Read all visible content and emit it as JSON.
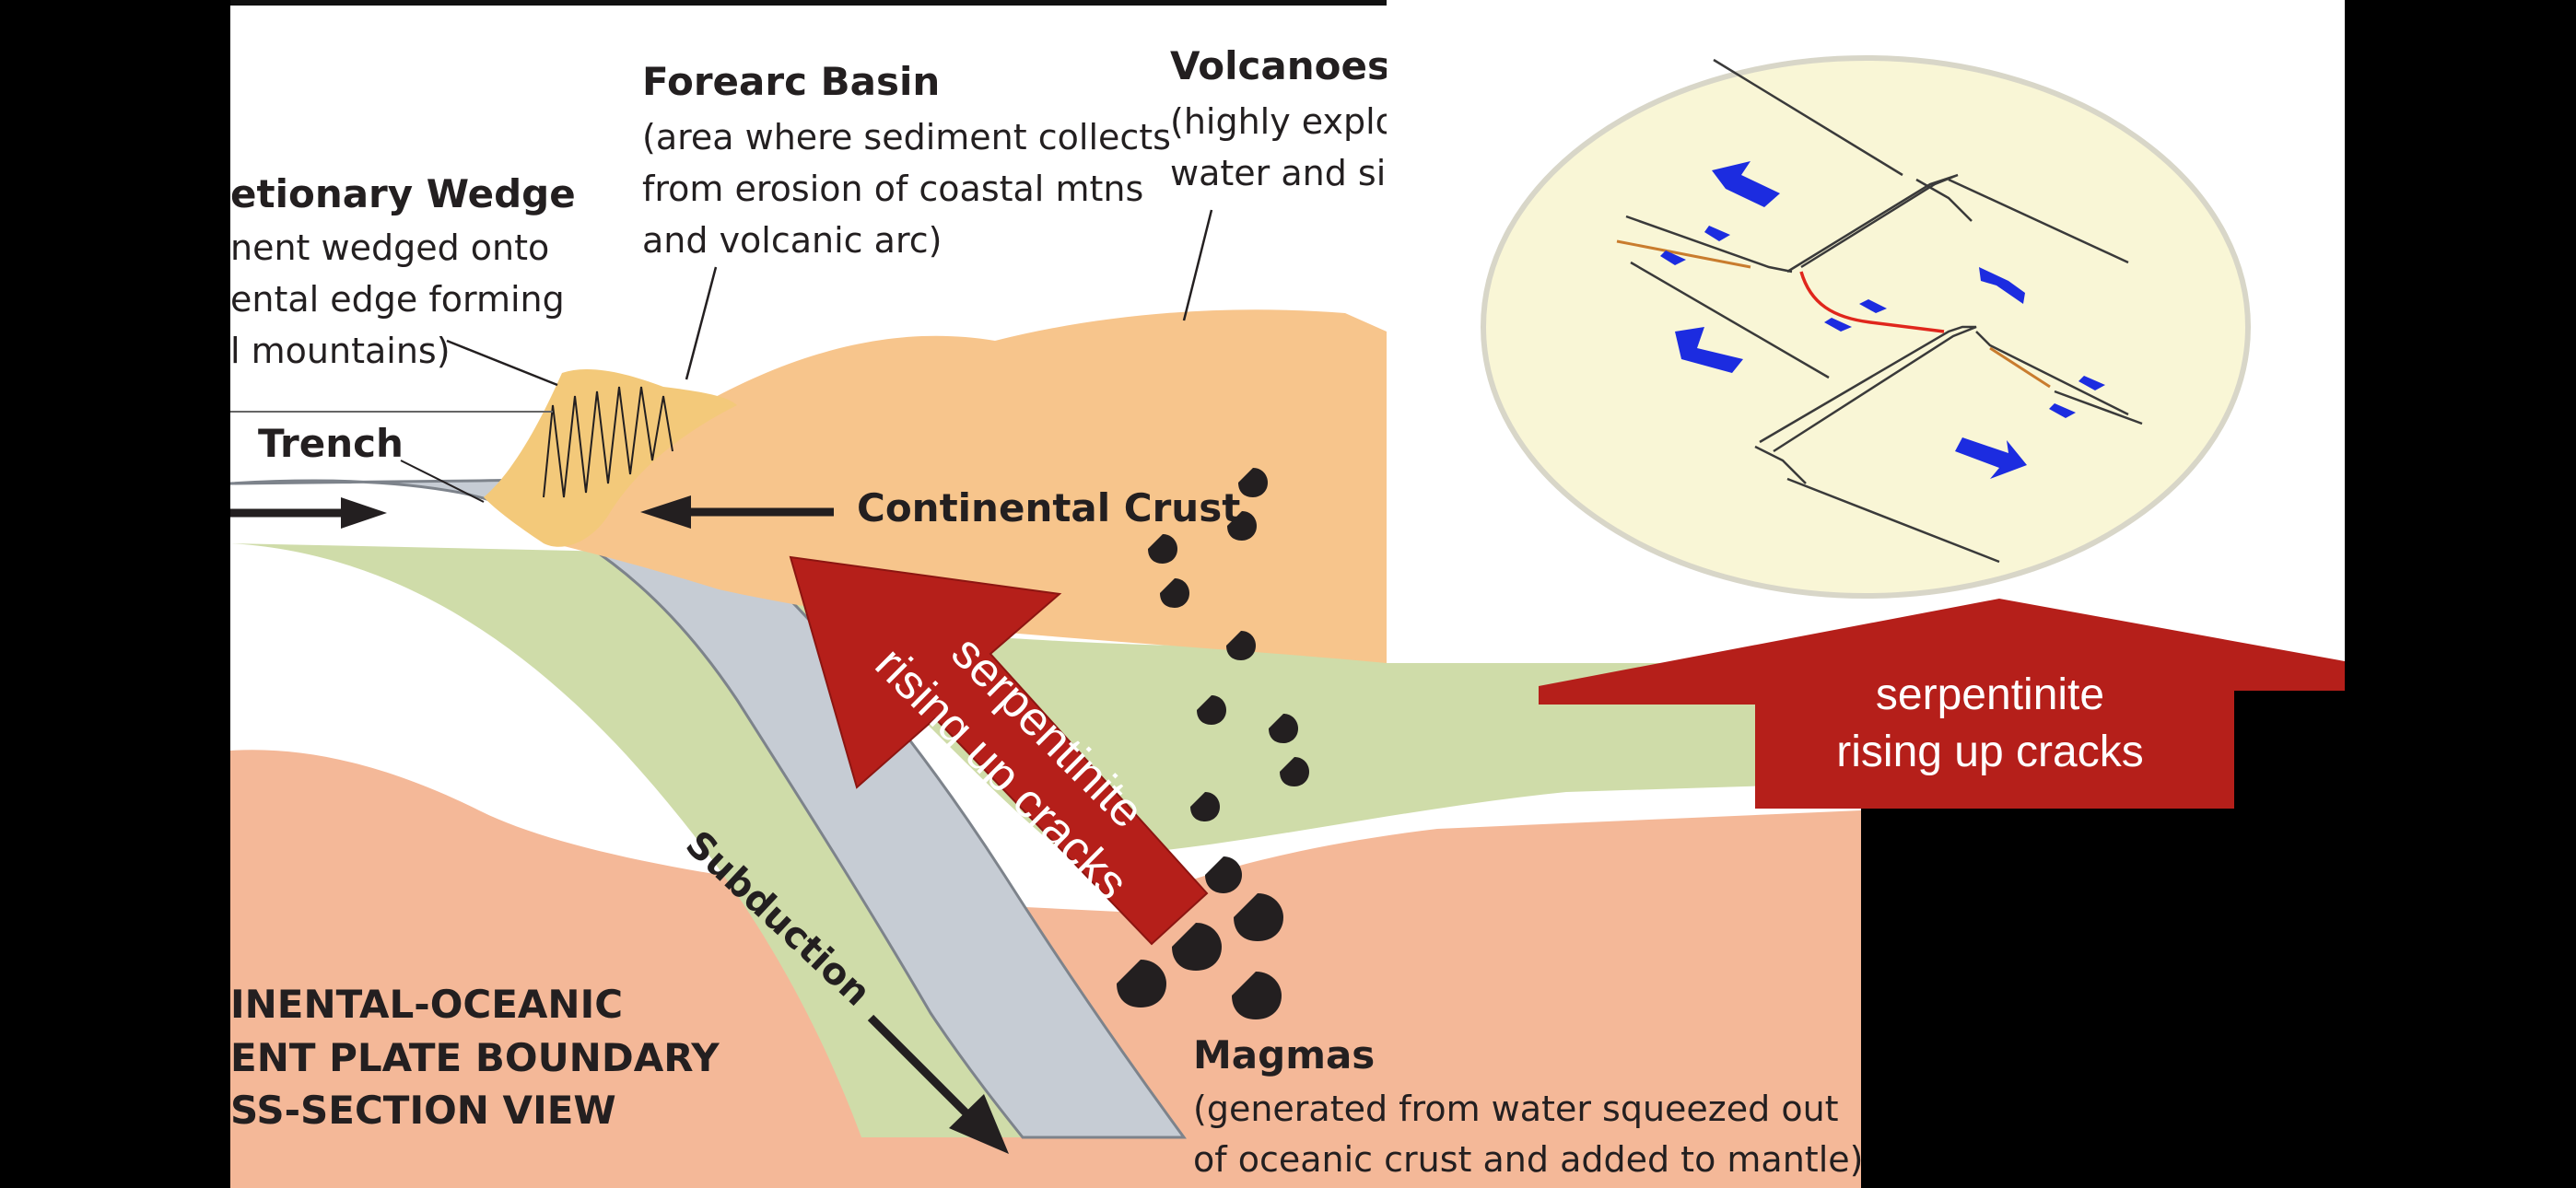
{
  "diagram": {
    "labels": {
      "accretionary_wedge_title": "etionary Wedge",
      "accretionary_wedge_desc": [
        "nent wedged onto",
        "ental edge forming",
        "l mountains)"
      ],
      "forearc_title": "Forearc Basin",
      "forearc_desc": [
        "(area where sediment collects",
        "from erosion of coastal mtns",
        "and volcanic arc)"
      ],
      "volcanoes_title": "Volcanoes",
      "volcanoes_desc": [
        "(highly explos",
        "water and silic"
      ],
      "trench": "Trench",
      "continental_crust": "Continental Crust",
      "subduction": "Subduction",
      "magmas_title": "Magmas",
      "magmas_desc": [
        "(generated from water squeezed out",
        "of oceanic crust and added to mantle)"
      ],
      "boundary_title": [
        "INENTAL-OCEANIC",
        "ENT PLATE BOUNDARY",
        "SS-SECTION VIEW"
      ]
    },
    "serpentinite_arrow_diag": [
      "serpentinite",
      "rising up cracks"
    ],
    "serpentinite_arrow_right": [
      "serpentinite",
      "rising up cracks"
    ]
  },
  "colors": {
    "continental_crust": "#f7c58c",
    "mantle_lithosphere": "#cfdca9",
    "asthenosphere": "#f4b898",
    "oceanic_crust": "#c6ccd4",
    "sediment_wedge": "#f3c97a",
    "inset_bg": "#f9f6d6",
    "red_arrow": "#b51f1a",
    "blue_arrow": "#1c2ce0"
  }
}
